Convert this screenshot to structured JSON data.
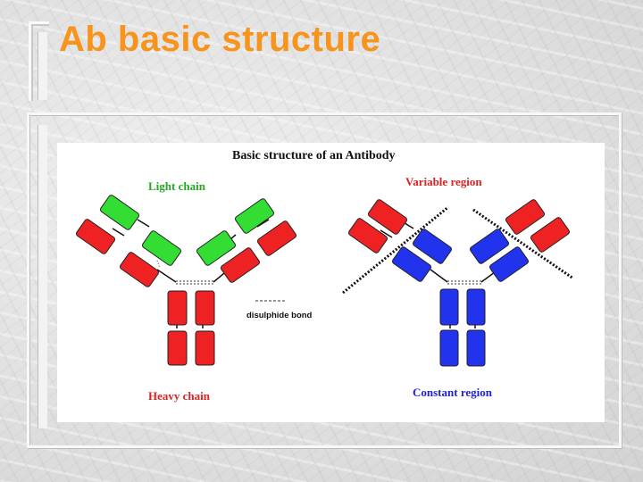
{
  "slide": {
    "title": "Ab basic structure"
  },
  "diagram": {
    "title": "Basic structure of an Antibody",
    "labels": {
      "light_chain": "Light chain",
      "heavy_chain": "Heavy chain",
      "disulphide_bond": "disulphide bond",
      "variable_region": "Variable region",
      "constant_region": "Constant region"
    },
    "colors": {
      "title": "#f7941d",
      "light_chain": "#22cc22",
      "heavy_chain": "#ee2222",
      "constant_region": "#2233ee",
      "label_green": "#22aa22",
      "label_red": "#dd2222",
      "label_blue": "#2222cc"
    }
  }
}
